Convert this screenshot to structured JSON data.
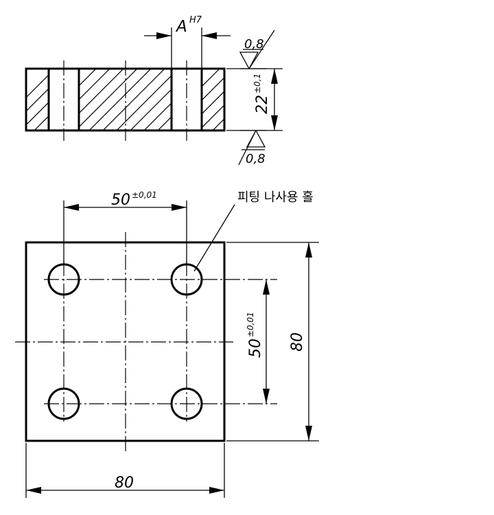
{
  "section_view": {
    "bore_letter": "A",
    "bore_fit": "H7",
    "surface_finish_top": "0,8",
    "surface_finish_bottom": "0,8",
    "thickness_value": "22",
    "thickness_tolerance": "±0,1"
  },
  "plan_view": {
    "hole_label": "피팅 나사용 홀",
    "spacing_horizontal_value": "50",
    "spacing_horizontal_tolerance": "±0,01",
    "spacing_vertical_value": "50",
    "spacing_vertical_tolerance": "±0,01",
    "height_dimension": "80",
    "width_dimension": "80"
  }
}
